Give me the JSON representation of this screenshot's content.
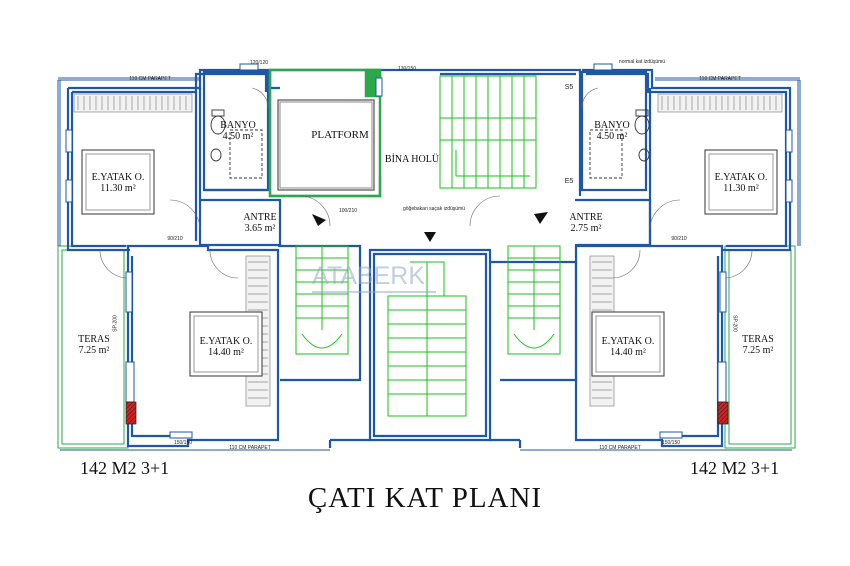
{
  "title": "ÇATI KAT PLANI",
  "watermark": "ATABERK",
  "unit_area_left": "142 M2 3+1",
  "unit_area_right": "142 M2 3+1",
  "rooms": {
    "banyo_left": {
      "name": "BANYO",
      "area": "4.50 m²"
    },
    "banyo_right": {
      "name": "BANYO",
      "area": "4.50 m²"
    },
    "platform": {
      "name": "PLATFORM"
    },
    "bina_holu": {
      "name": "BİNA HOLÜ"
    },
    "yatak_top_left": {
      "name": "E.YATAK O.",
      "area": "11.30 m²"
    },
    "yatak_top_right": {
      "name": "E.YATAK O.",
      "area": "11.30 m²"
    },
    "antre_left": {
      "name": "ANTRE",
      "area": "3.65 m²"
    },
    "antre_right": {
      "name": "ANTRE",
      "area": "2.75 m²"
    },
    "yatak_bottom_left": {
      "name": "E.YATAK O.",
      "area": "14.40 m²"
    },
    "yatak_bottom_right": {
      "name": "E.YATAK O.",
      "area": "14.40 m²"
    },
    "teras_left": {
      "name": "TERAS",
      "area": "7.25 m²"
    },
    "teras_right": {
      "name": "TERAS",
      "area": "7.25 m²"
    }
  },
  "annotations": {
    "parapet_top_left": "110 CM PARAPET",
    "parapet_top_right": "110 CM PARAPET",
    "parapet_bottom_left": "110 CM PARAPET",
    "parapet_bottom_right": "110 CM PARAPET",
    "normal_kat": "normal kat izdüşümü",
    "gogebakan": "göğebakan saçak izdüşümü",
    "door_90_210": "90/210",
    "door_100_210": "100/210",
    "win_150_150": "150/150",
    "win_120_120": "120/120",
    "win_130_150": "130/150",
    "sp_200": "SP-200",
    "s5": "S5",
    "e5": "E5"
  },
  "colors": {
    "wall": "#1f57a8",
    "wall_fill": "#ffffff",
    "stair": "#19c219",
    "hatch": "#777777",
    "red": "#d81f1f",
    "teras_line": "#2aa84a"
  }
}
